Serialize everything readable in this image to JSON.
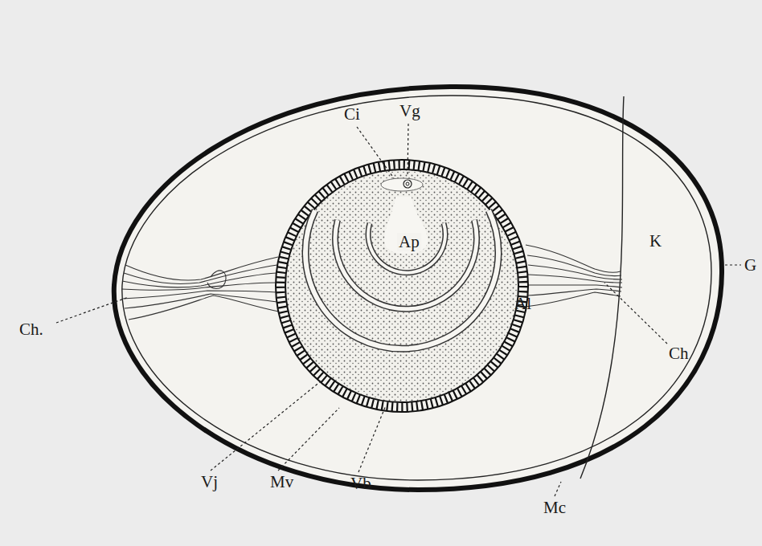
{
  "diagram": {
    "labels": [
      "Ci",
      "Vg",
      "Ch.",
      "G",
      "K",
      "Ap",
      "Ch",
      "Al",
      "Vj",
      "Mv",
      "Vb",
      "Mc"
    ]
  }
}
